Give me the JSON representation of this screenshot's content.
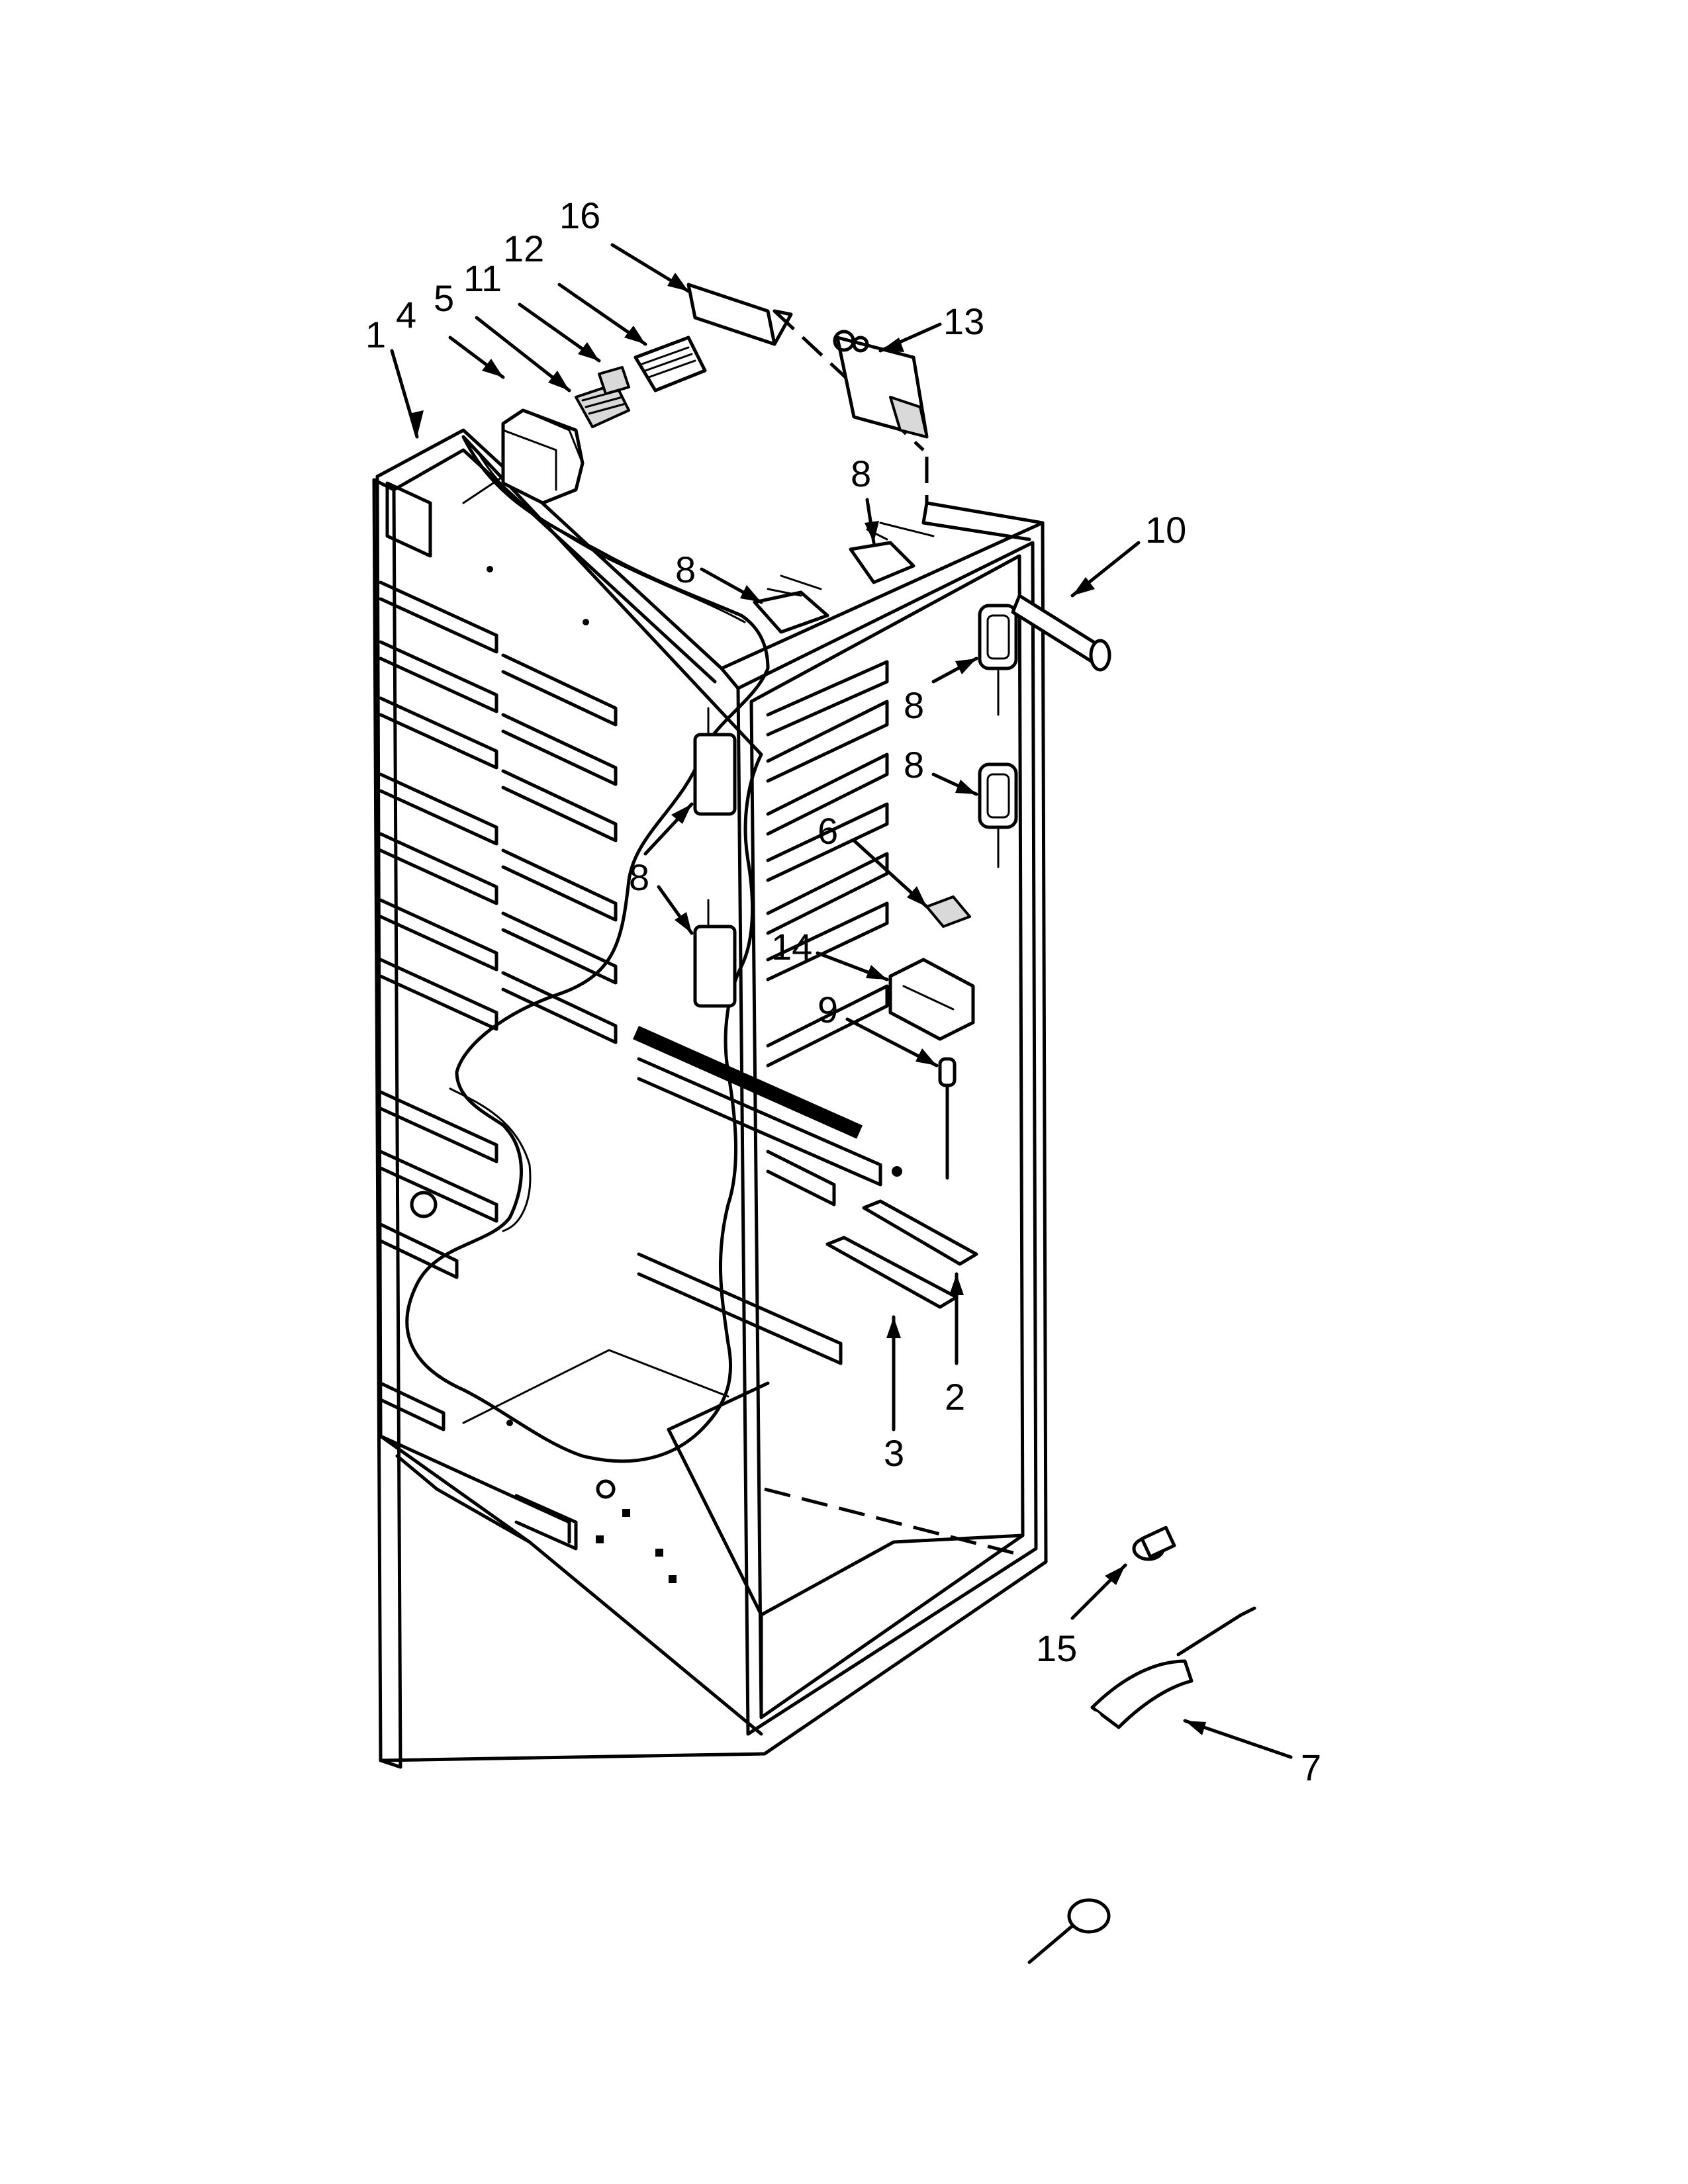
{
  "callouts": [
    {
      "label": "1"
    },
    {
      "label": "4"
    },
    {
      "label": "5"
    },
    {
      "label": "11"
    },
    {
      "label": "12"
    },
    {
      "label": "16"
    },
    {
      "label": "13"
    },
    {
      "label": "8"
    },
    {
      "label": "8"
    },
    {
      "label": "10"
    },
    {
      "label": "8"
    },
    {
      "label": "8"
    },
    {
      "label": "6"
    },
    {
      "label": "8"
    },
    {
      "label": "14"
    },
    {
      "label": "9"
    },
    {
      "label": "3"
    },
    {
      "label": "2"
    },
    {
      "label": "15"
    },
    {
      "label": "7"
    }
  ]
}
